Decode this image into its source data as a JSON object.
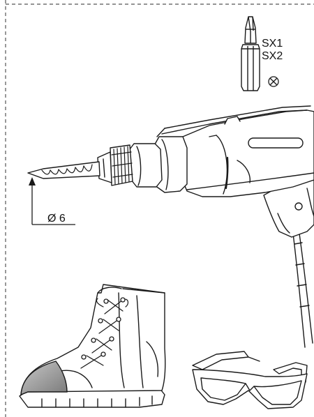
{
  "bit": {
    "label_line1": "SX1",
    "label_line2": "SX2",
    "icon": "crossed-circle-icon"
  },
  "drill_bit_dimension": {
    "label": "Ø 6"
  },
  "items": [
    "drill",
    "safety-boot",
    "safety-goggles",
    "screwdriver-bit"
  ],
  "colors": {
    "line": "#1a1a1a",
    "border": "#555555",
    "boot_toe_cap": "#9a9a9a",
    "background": "#ffffff"
  }
}
